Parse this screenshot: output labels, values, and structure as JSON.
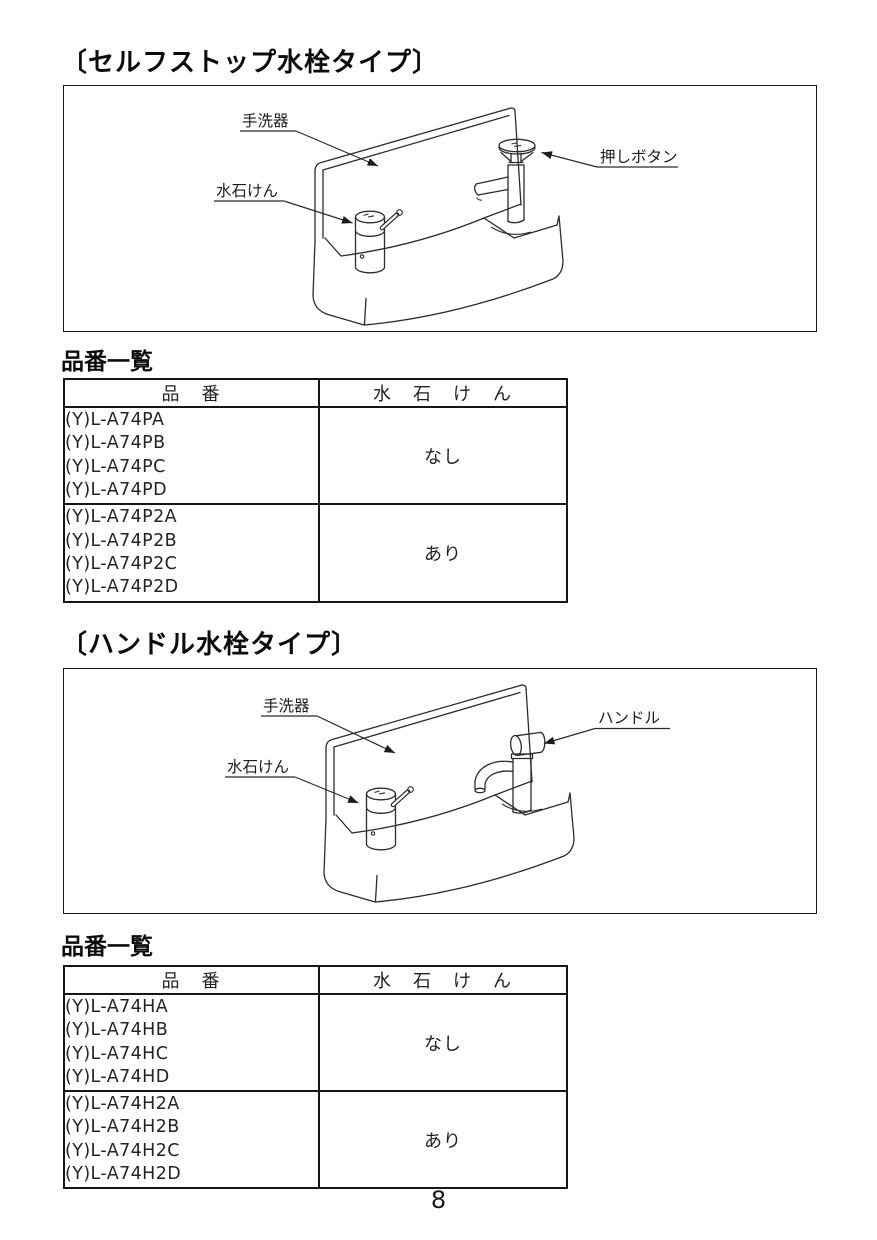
{
  "page": {
    "number": "8"
  },
  "sections": [
    {
      "heading": "〔セルフストップ水栓タイプ〕",
      "diagram": {
        "labels": {
          "basin": "手洗器",
          "button": "押しボタン",
          "soap": "水石けん"
        }
      },
      "list_title": "品番一覧",
      "table": {
        "headers": [
          "品　番",
          "水　石　け　ん"
        ],
        "groups": [
          {
            "part_numbers": [
              "(Y)L-A74PA",
              "(Y)L-A74PB",
              "(Y)L-A74PC",
              "(Y)L-A74PD"
            ],
            "soap": "なし"
          },
          {
            "part_numbers": [
              "(Y)L-A74P2A",
              "(Y)L-A74P2B",
              "(Y)L-A74P2C",
              "(Y)L-A74P2D"
            ],
            "soap": "あり"
          }
        ]
      }
    },
    {
      "heading": "〔ハンドル水栓タイプ〕",
      "diagram": {
        "labels": {
          "basin": "手洗器",
          "handle": "ハンドル",
          "soap": "水石けん"
        }
      },
      "list_title": "品番一覧",
      "table": {
        "headers": [
          "品　番",
          "水　石　け　ん"
        ],
        "groups": [
          {
            "part_numbers": [
              "(Y)L-A74HA",
              "(Y)L-A74HB",
              "(Y)L-A74HC",
              "(Y)L-A74HD"
            ],
            "soap": "なし"
          },
          {
            "part_numbers": [
              "(Y)L-A74H2A",
              "(Y)L-A74H2B",
              "(Y)L-A74H2C",
              "(Y)L-A74H2D"
            ],
            "soap": "あり"
          }
        ]
      }
    }
  ]
}
